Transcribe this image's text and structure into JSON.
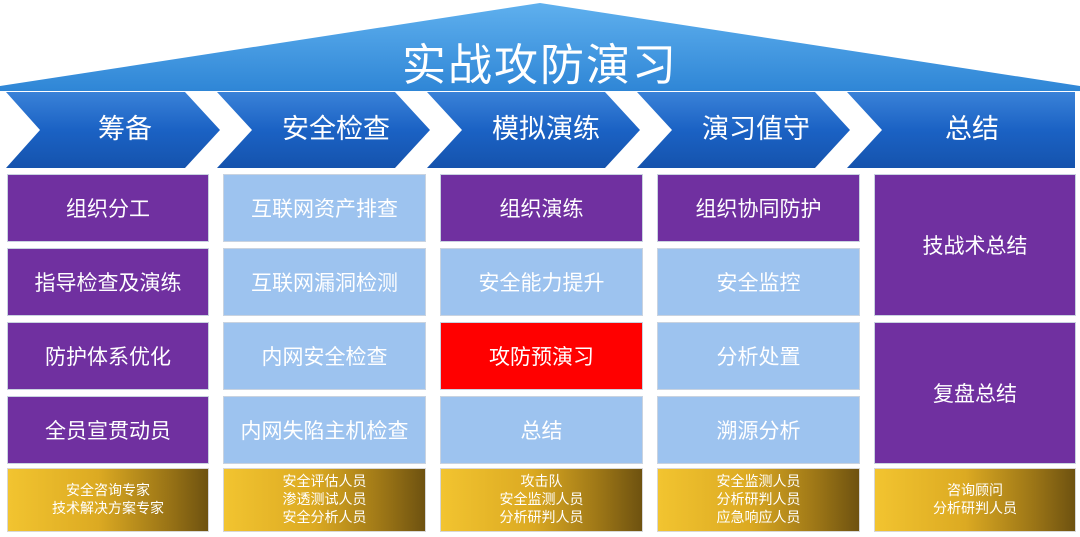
{
  "title": "实战攻防演习",
  "colors": {
    "roof": "#3f97dd",
    "chevron": "#1b62c4",
    "purple": "#7030a0",
    "light_blue": "#9dc3ef",
    "red": "#ff0000",
    "gold": "#dcaa22"
  },
  "phases": [
    {
      "label": "筹备",
      "tasks": [
        "组织分工",
        "指导检查及演练",
        "防护体系优化",
        "全员宣贯动员"
      ],
      "staff": [
        "安全咨询专家",
        "技术解决方案专家"
      ]
    },
    {
      "label": "安全检查",
      "tasks": [
        "互联网资产排查",
        "互联网漏洞检测",
        "内网安全检查",
        "内网失陷主机检查"
      ],
      "staff": [
        "安全评估人员",
        "渗透测试人员",
        "安全分析人员"
      ]
    },
    {
      "label": "模拟演练",
      "tasks": [
        "组织演练",
        "安全能力提升",
        "攻防预演习",
        "总结"
      ],
      "staff": [
        "攻击队",
        "安全监测人员",
        "分析研判人员"
      ]
    },
    {
      "label": "演习值守",
      "tasks": [
        "组织协同防护",
        "安全监控",
        "分析处置",
        "溯源分析"
      ],
      "staff": [
        "安全监测人员",
        "分析研判人员",
        "应急响应人员"
      ]
    },
    {
      "label": "总结",
      "tasks": [
        "技战术总结",
        "复盘总结"
      ],
      "staff": [
        "咨询顾问",
        "分析研判人员"
      ]
    }
  ]
}
